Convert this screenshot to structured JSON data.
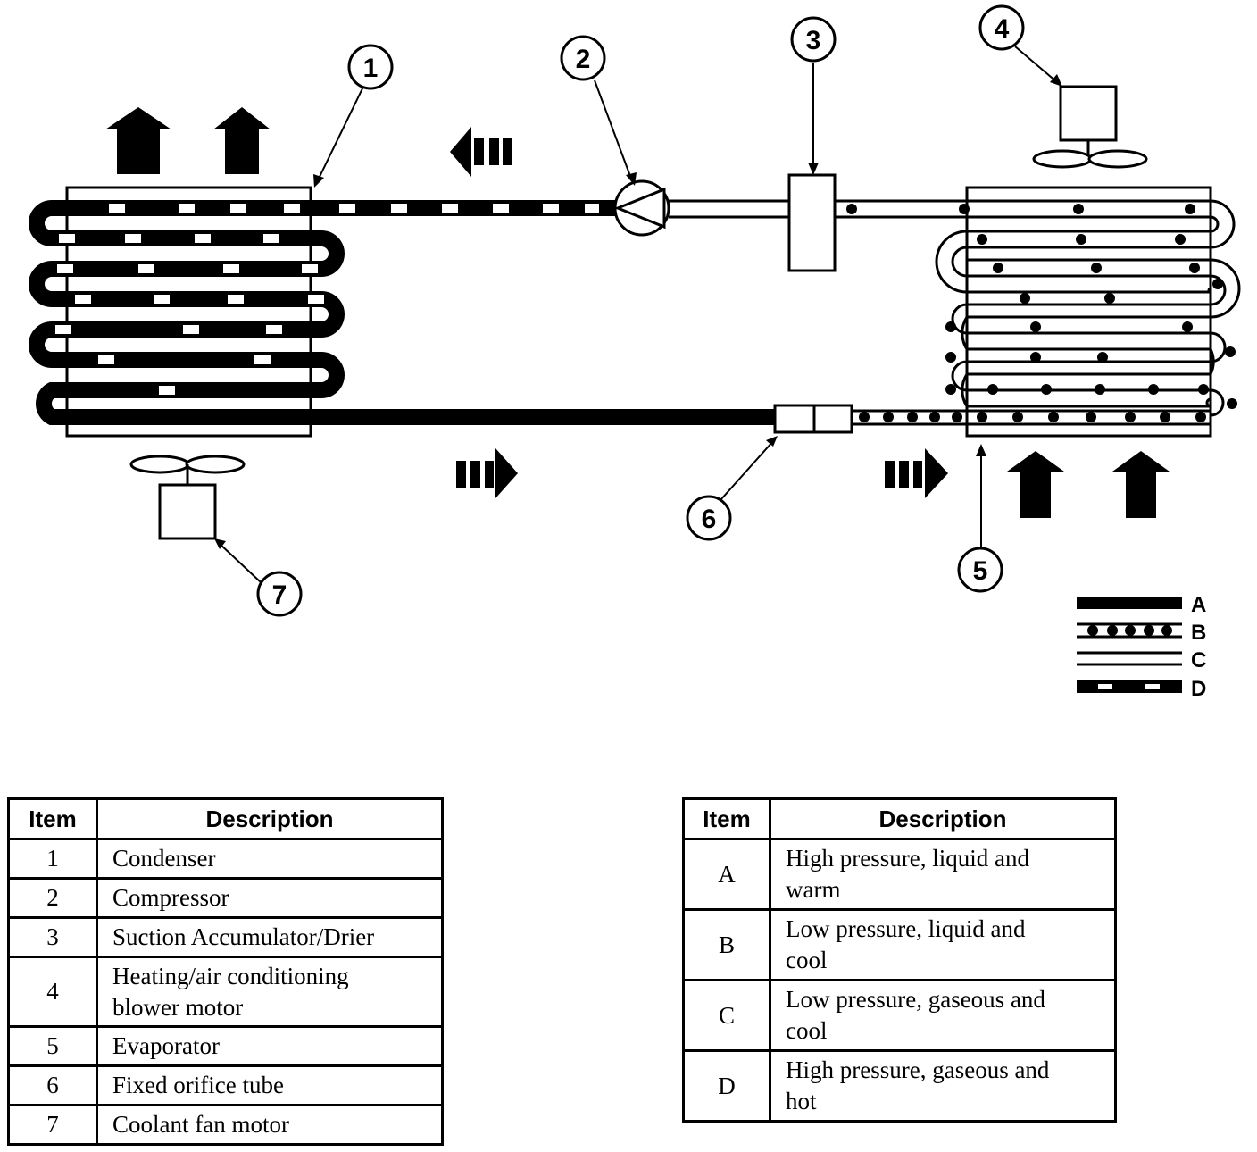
{
  "callouts": [
    {
      "number": "1",
      "target": "condenser"
    },
    {
      "number": "2",
      "target": "compressor"
    },
    {
      "number": "3",
      "target": "suction-accumulator-drier"
    },
    {
      "number": "4",
      "target": "blower-motor"
    },
    {
      "number": "5",
      "target": "evaporator"
    },
    {
      "number": "6",
      "target": "fixed-orifice-tube"
    },
    {
      "number": "7",
      "target": "coolant-fan-motor"
    }
  ],
  "legend": {
    "items": [
      {
        "letter": "A",
        "style": "thick-solid"
      },
      {
        "letter": "B",
        "style": "dotted-pipe"
      },
      {
        "letter": "C",
        "style": "double-line"
      },
      {
        "letter": "D",
        "style": "thick-with-white-dashes"
      }
    ]
  },
  "components_table": {
    "headers": {
      "item": "Item",
      "description": "Description"
    },
    "rows": [
      {
        "item": "1",
        "line1": "Condenser",
        "line2": ""
      },
      {
        "item": "2",
        "line1": "Compressor",
        "line2": ""
      },
      {
        "item": "3",
        "line1": "Suction Accumulator/Drier",
        "line2": ""
      },
      {
        "item": "4",
        "line1": "Heating/air conditioning",
        "line2": "blower motor"
      },
      {
        "item": "5",
        "line1": "Evaporator",
        "line2": ""
      },
      {
        "item": "6",
        "line1": "Fixed orifice tube",
        "line2": ""
      },
      {
        "item": "7",
        "line1": "Coolant fan motor",
        "line2": ""
      }
    ]
  },
  "legend_table": {
    "headers": {
      "item": "Item",
      "description": "Description"
    },
    "rows": [
      {
        "item": "A",
        "line1": "High pressure, liquid and",
        "line2": "warm"
      },
      {
        "item": "B",
        "line1": "Low pressure, liquid and",
        "line2": "cool"
      },
      {
        "item": "C",
        "line1": "Low pressure, gaseous and",
        "line2": "cool"
      },
      {
        "item": "D",
        "line1": "High pressure, gaseous and",
        "line2": "hot"
      }
    ]
  },
  "colors": {
    "ink": "#000000",
    "paper": "#ffffff"
  }
}
